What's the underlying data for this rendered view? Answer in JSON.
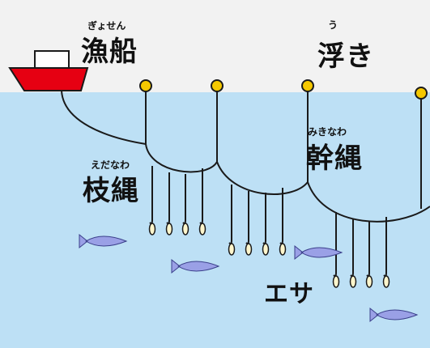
{
  "colors": {
    "sky": "#f2f2f2",
    "sea": "#bde0f5",
    "boat_hull": "#e60012",
    "float": "#f5c800",
    "fish": "#9aa0e6",
    "line": "#1a1a1a"
  },
  "labels": {
    "gyosen": {
      "text": "漁船",
      "ruby": "ぎょせん"
    },
    "uki": {
      "text": "浮き",
      "ruby": "う"
    },
    "mikinawa": {
      "text": "幹縄",
      "ruby": "みきなわ"
    },
    "edanawa": {
      "text": "枝縄",
      "ruby": "えだなわ"
    },
    "esa": {
      "text": "エサ"
    }
  }
}
